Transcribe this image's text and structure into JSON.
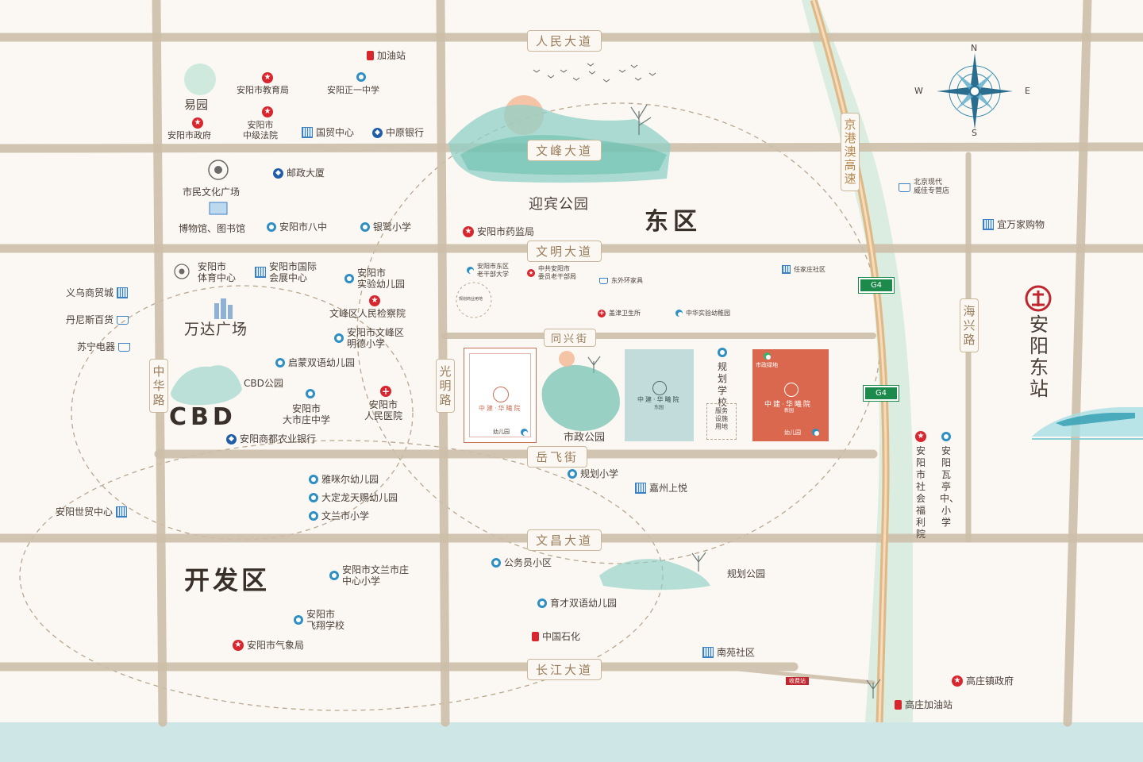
{
  "map": {
    "roads": {
      "renmin": "人民大道",
      "wenfeng": "文峰大道",
      "wenming": "文明大道",
      "tongxing": "同兴街",
      "yuefei": "岳飞街",
      "wenchang": "文昌大道",
      "changjiang": "长江大道",
      "zhonghua": "中华路",
      "guangming": "光明路",
      "haixing": "海兴路",
      "expressway": "京港澳高速",
      "g4_upper": "G4",
      "g4_lower": "G4",
      "toll": "收费站"
    },
    "compass": {
      "n": "N",
      "s": "S",
      "e": "E",
      "w": "W"
    },
    "districts": {
      "east": "东区",
      "cbd": "CBD",
      "kaifa": "开发区",
      "wanda": "万达广场",
      "yingbin": "迎宾公园",
      "yiyuan": "易园",
      "station": "安阳东站",
      "shizheng_park": "市政公园"
    },
    "pois": {
      "gas_station": "加油站",
      "edu_bureau": "安阳市教育局",
      "zhengyi_school": "安阳正一中学",
      "city_gov": "安阳市政府",
      "court": "安阳市\n中级法院",
      "guomao": "国贸中心",
      "zhongyuan_bank": "中原银行",
      "post": "邮政大厦",
      "culture_square": "市民文化广场",
      "museum": "博物馆、图书馆",
      "no8_school": "安阳市八中",
      "yinlu_school": "银鹭小学",
      "drug_bureau": "安阳市药监局",
      "sports_center": "安阳市\n体育中心",
      "expo_center": "安阳市国际\n会展中心",
      "exp_kinder": "安阳市\n实验幼儿园",
      "yiwu": "义乌商贸城",
      "dennis": "丹尼斯百货",
      "suning": "苏宁电器",
      "procuratorate": "文峰区人民检察院",
      "mingde": "安阳市文峰区\n明德小学",
      "qimeng": "启蒙双语幼儿园",
      "cbd_park": "CBD公园",
      "dashizhuang": "安阳市\n大市庄中学",
      "peoples_hospital": "安阳市\n人民医院",
      "agri_bank": "安阳商都农业银行",
      "yamier": "雅咪尔幼儿园",
      "dading": "大定龙天赐幼儿园",
      "wenlan_primary": "文兰市小学",
      "world_trade": "安阳世贸中心",
      "wenlan_center": "安阳市文兰市庄\n中心小学",
      "feixiang": "安阳市\n飞翔学校",
      "weather": "安阳市气象局",
      "gongwuyuan": "公务员小区",
      "yucai": "育才双语幼儿园",
      "sinopec": "中国石化",
      "nanyuan": "南苑社区",
      "gaozhuang_gov": "高庄镇政府",
      "gaozhuang_gas": "高庄加油站",
      "guihua_school_s": "规划小学",
      "jiazhou": "嘉州上悦",
      "guihua_park": "规划公园",
      "guihua_school_v": "规划学校",
      "service": "服务\n设施\n用地",
      "beijing_hyundai": "北京现代\n威佳专营店",
      "yiwanjia": "宜万家购物",
      "renjiazhuang": "任家庄社区",
      "welfare": "安阳市社会福利院",
      "wating_school": "安阳瓦亭中、小学",
      "dongqu_cadre": "安阳市东区\n老干部大学",
      "party_cadre": "中共安阳市\n委员老干部局",
      "dongwaihuan": "东外环家具",
      "gaijin": "盖津卫生所",
      "zhongshi_kinder": "中华实验幼稚园",
      "guihua_park_small": "规划商业用地"
    },
    "project": {
      "card_left_brand": "中建·华曦院",
      "card_left_kinder": "幼儿园",
      "card_mid_brand": "中建·华曦院",
      "card_mid_sub": "东园",
      "card_right_tag": "市政绿地",
      "card_right_brand": "中建·华曦院",
      "card_right_sub": "新园",
      "card_right_kinder": "幼儿园"
    }
  }
}
